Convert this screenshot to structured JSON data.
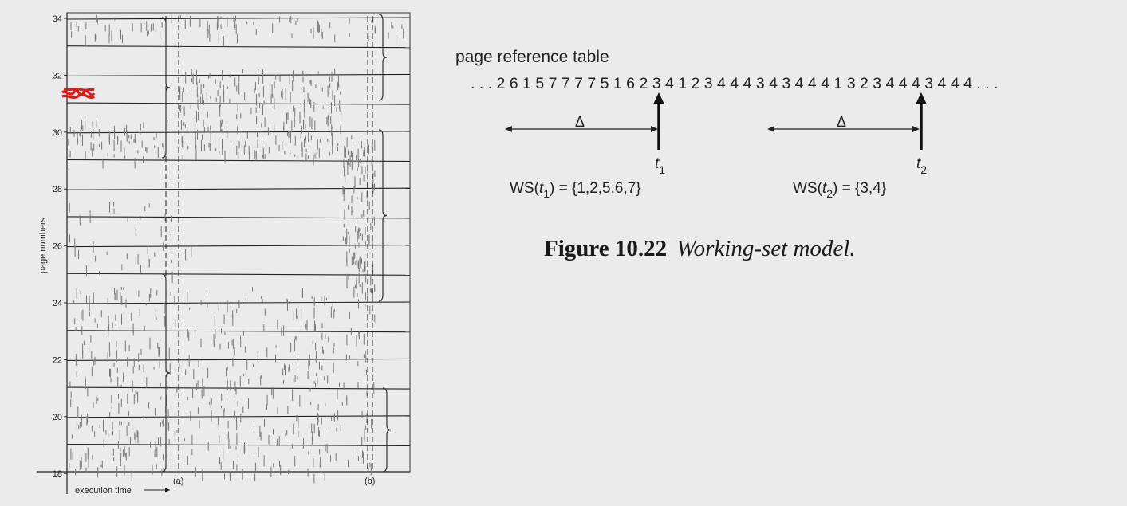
{
  "locality_plot": {
    "y_ticks": [
      "34",
      "32",
      "30",
      "28",
      "26",
      "24",
      "22",
      "20",
      "18"
    ],
    "ylabel": "page numbers",
    "xlabel": "execution time",
    "marker_a": "(a)",
    "marker_b": "(b)",
    "colors": {
      "ink": "#333333",
      "trace": "#777777",
      "scribble": "#e01818"
    }
  },
  "ws_diagram": {
    "header": "page reference table",
    "leading_dots": ". . .",
    "sequence": [
      "2",
      "6",
      "1",
      "5",
      "7",
      "7",
      "7",
      "7",
      "5",
      "1",
      "6",
      "2",
      "3",
      "4",
      "1",
      "2",
      "3",
      "4",
      "4",
      "4",
      "3",
      "4",
      "3",
      "4",
      "4",
      "4",
      "1",
      "3",
      "2",
      "3",
      "4",
      "4",
      "4",
      "3",
      "4",
      "4",
      "4"
    ],
    "trailing_dots": ". . .",
    "delta": "Δ",
    "t1": {
      "base": "t",
      "sub": "1"
    },
    "t2": {
      "base": "t",
      "sub": "2"
    },
    "ws1": {
      "pre": "WS(",
      "t": "t",
      "sub": "1",
      "post": ") = {1,2,5,6,7}"
    },
    "ws2": {
      "pre": "WS(",
      "t": "t",
      "sub": "2",
      "post": ") = {3,4}"
    }
  },
  "caption": {
    "number": "Figure 10.22",
    "title": "Working-set model."
  }
}
